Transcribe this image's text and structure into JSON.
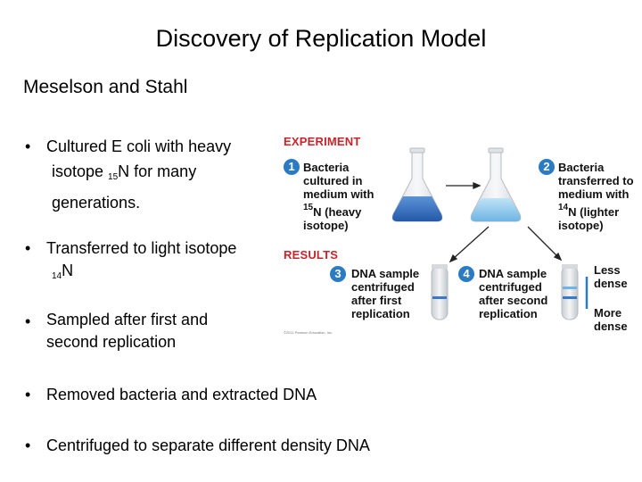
{
  "slide": {
    "title": "Discovery of Replication Model",
    "subtitle": "Meselson and Stahl"
  },
  "bullets": {
    "b1_line1": "Cultured E coli with heavy",
    "b1_line2a": "isotope ",
    "b1_sub": "15",
    "b1_line2b": "N for many",
    "b1_line3": "generations.",
    "b2_line1": "Transferred to light isotope",
    "b2_sub": "14",
    "b2_line2": "N",
    "b3_line1": "Sampled after first and",
    "b3_line2": "second replication",
    "b4": "Removed bacteria and extracted DNA",
    "b5": "Centrifuged to separate different density DNA"
  },
  "figure": {
    "experiment": "EXPERIMENT",
    "results": "RESULTS",
    "step1_num": "1",
    "step1_l1": "Bacteria",
    "step1_l2": "cultured in",
    "step1_l3": "medium with",
    "step1_sup": "15",
    "step1_l4": "N (heavy",
    "step1_l5": "isotope)",
    "step2_num": "2",
    "step2_l1": "Bacteria",
    "step2_l2": "transferred to",
    "step2_l3": "medium with",
    "step2_sup": "14",
    "step2_l4": "N (lighter",
    "step2_l5": "isotope)",
    "step3_num": "3",
    "step3_l1": "DNA sample",
    "step3_l2": "centrifuged",
    "step3_l3": "after first",
    "step3_l4": "replication",
    "step4_num": "4",
    "step4_l1": "DNA sample",
    "step4_l2": "centrifuged",
    "step4_l3": "after second",
    "step4_l4": "replication",
    "less_l1": "Less",
    "less_l2": "dense",
    "more_l1": "More",
    "more_l2": "dense",
    "credit": "©2011 Pearson Education, Inc.",
    "colors": {
      "accent_red": "#c6262b",
      "step_blue": "#2a7bc2",
      "heavy_liquid": "#2f6fc0",
      "light_liquid": "#7cc0ea"
    }
  }
}
